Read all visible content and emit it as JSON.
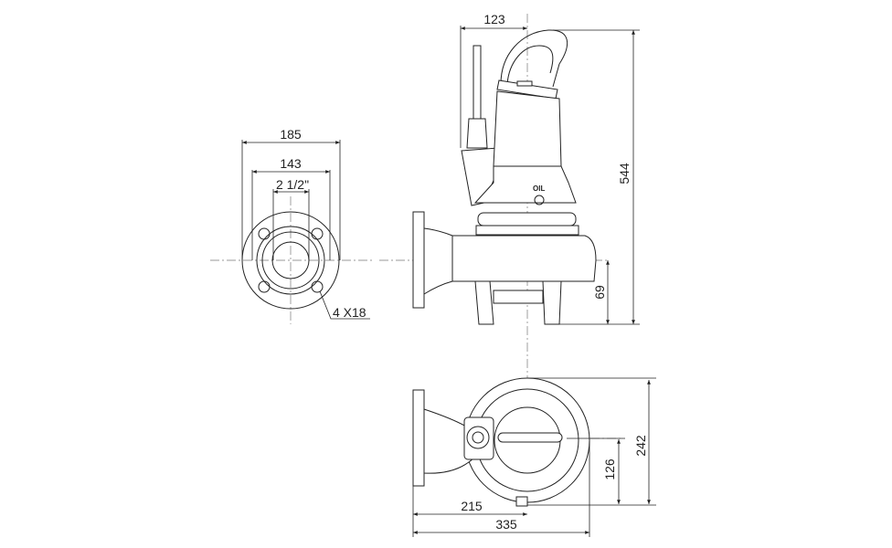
{
  "drawing": {
    "flange_view": {
      "outer_diameter": "185",
      "bolt_circle": "143",
      "nominal_size": "2 1/2\"",
      "bolt_holes": "4 X18"
    },
    "side_view": {
      "handle_offset": "123",
      "total_height": "544",
      "outlet_height": "69",
      "oil_label": "OIL"
    },
    "top_view": {
      "width": "242",
      "center_offset": "126",
      "outlet_to_center": "215",
      "total_length": "335"
    }
  }
}
